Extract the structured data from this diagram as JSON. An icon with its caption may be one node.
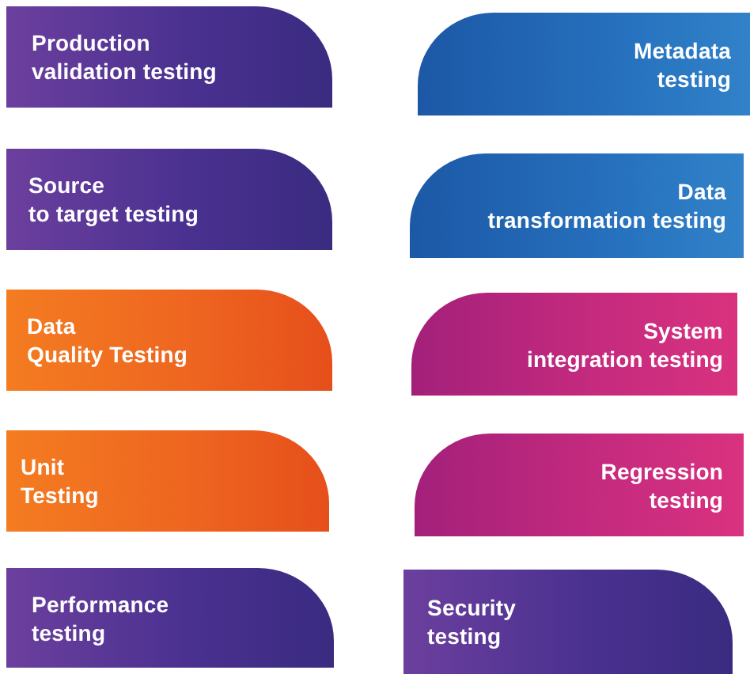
{
  "diagram": {
    "nodes": [
      {
        "text": [
          "Production validation testing"
        ]
      },
      {
        "text": [
          "Metadata testing"
        ]
      },
      {
        "text": [
          "Source to target testing"
        ]
      },
      {
        "text": [
          "Data transformation testing"
        ]
      },
      {
        "text": [
          "Data Quality Testing"
        ]
      },
      {
        "text": [
          "System integration testing"
        ]
      },
      {
        "text": [
          "Unit Testing"
        ]
      },
      {
        "text": [
          "Regression testing"
        ]
      },
      {
        "text": [
          "Performance testing"
        ]
      },
      {
        "text": [
          "Security testing"
        ]
      }
    ]
  }
}
